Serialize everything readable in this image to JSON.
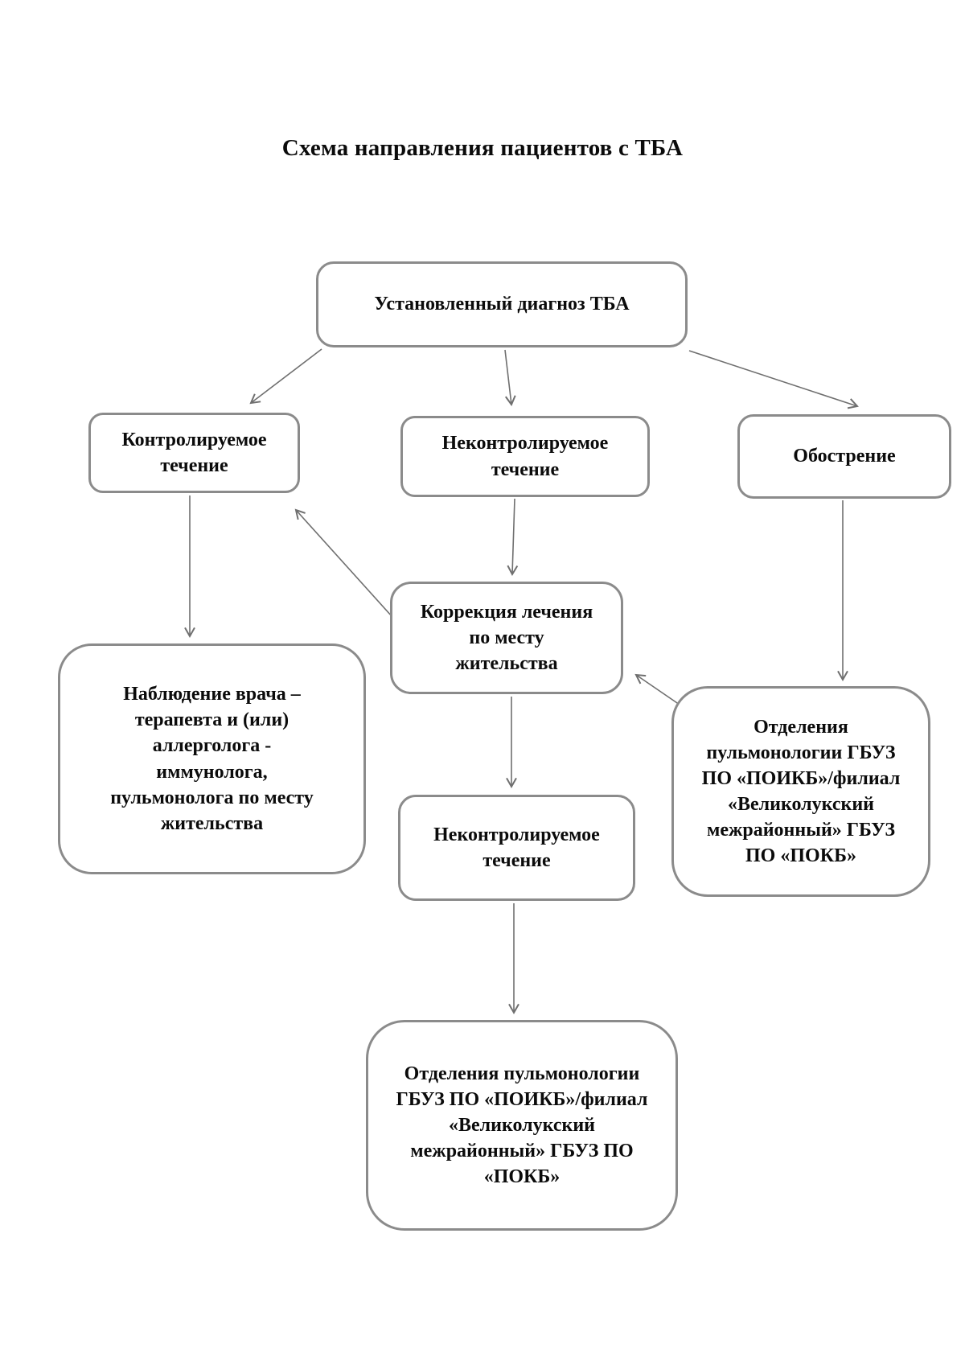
{
  "diagram": {
    "title": "Схема направления пациентов с ТБА",
    "nodes": {
      "diagnosis": {
        "label": "Установленный диагноз ТБА"
      },
      "controlled": {
        "label": "Контролируемое\nтечение"
      },
      "uncontrolled": {
        "label": "Неконтролируемое\nтечение"
      },
      "exacerbation": {
        "label": "Обострение"
      },
      "correction": {
        "label": "Коррекция лечения\nпо месту\nжительства"
      },
      "observation": {
        "label": "Наблюдение врача –\nтерапевта и (или)\nаллерголога -\nиммунолога,\nпульмонолога по месту\nжительства"
      },
      "pulm_dept": {
        "label": "Отделения\nпульмонологии ГБУЗ\nПО «ПОИКБ»/филиал\n«Великолукский\nмежрайонный» ГБУЗ\nПО «ПОКБ»"
      },
      "uncontrolled_2": {
        "label": "Неконтролируемое\nтечение"
      },
      "bottom_dept": {
        "label": "Отделения пульмонологии\nГБУЗ ПО «ПОИКБ»/филиал\n«Великолукский\nмежрайонный» ГБУЗ ПО\n«ПОКБ»"
      }
    },
    "connections": [
      {
        "from": "diagnosis",
        "to": "controlled"
      },
      {
        "from": "diagnosis",
        "to": "uncontrolled"
      },
      {
        "from": "diagnosis",
        "to": "exacerbation"
      },
      {
        "from": "controlled",
        "to": "observation"
      },
      {
        "from": "uncontrolled",
        "to": "correction"
      },
      {
        "from": "correction",
        "to": "controlled"
      },
      {
        "from": "exacerbation",
        "to": "pulm_dept"
      },
      {
        "from": "pulm_dept",
        "to": "correction"
      },
      {
        "from": "correction",
        "to": "uncontrolled_2"
      },
      {
        "from": "uncontrolled_2",
        "to": "bottom_dept"
      }
    ],
    "colors": {
      "box_border": "#8b8b8b",
      "arrow": "#6f6f6f",
      "text": "#0b0b0b",
      "background": "#ffffff"
    }
  }
}
